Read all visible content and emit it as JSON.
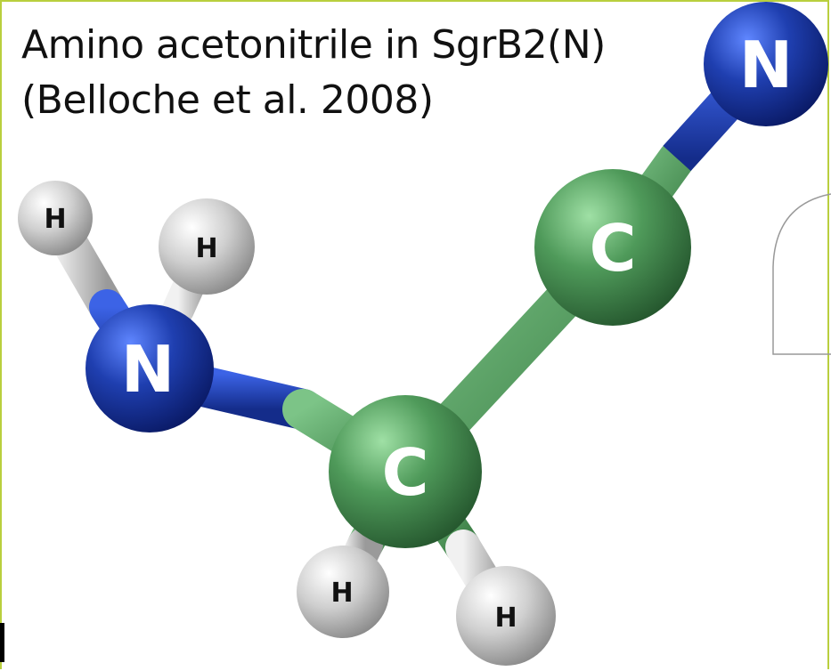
{
  "title": {
    "line1": "Amino acetonitrile in SgrB2(N)",
    "line2": "(Belloche et al. 2008)"
  },
  "molecule": {
    "atoms": [
      {
        "id": "n-terminal",
        "element": "N",
        "label": "N"
      },
      {
        "id": "c-nitrile",
        "element": "C",
        "label": "C"
      },
      {
        "id": "c-methylene",
        "element": "C",
        "label": "C"
      },
      {
        "id": "n-amino",
        "element": "N",
        "label": "N"
      },
      {
        "id": "h-amino-1",
        "element": "H",
        "label": "H"
      },
      {
        "id": "h-amino-2",
        "element": "H",
        "label": "H"
      },
      {
        "id": "h-methylene-1",
        "element": "H",
        "label": "H"
      },
      {
        "id": "h-methylene-2",
        "element": "H",
        "label": "H"
      }
    ],
    "colors": {
      "nitrogen": "#1f3fb0",
      "carbon": "#4f9a5a",
      "hydrogen": "#c9c9c9",
      "accent_border": "#b9cf3e"
    }
  }
}
